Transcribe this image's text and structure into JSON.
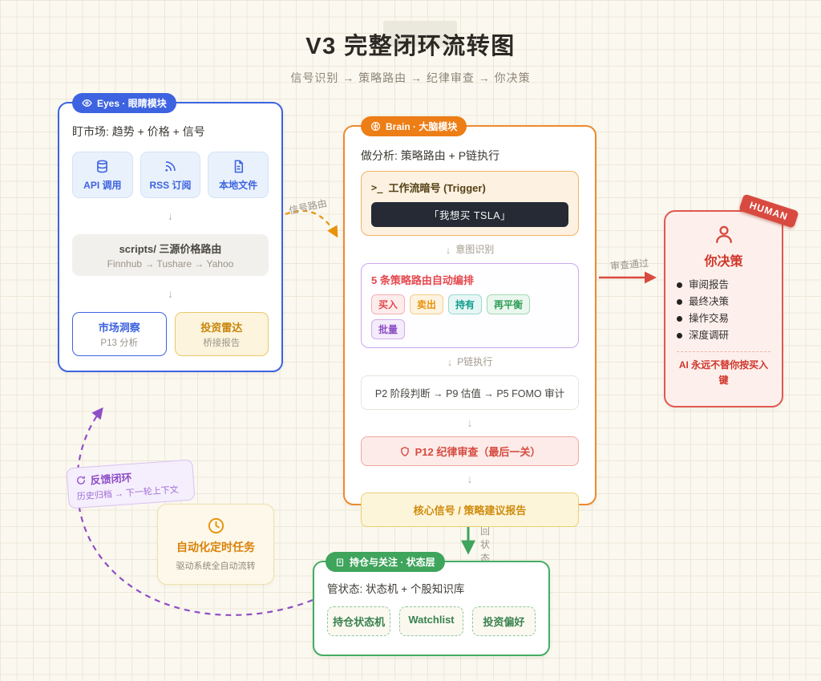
{
  "page": {
    "title": "V3 完整闭环流转图",
    "subtitle": "信号识别 → 策略路由 → 纪律审查 → 你决策"
  },
  "glyphs": {
    "down_arrow": "↓"
  },
  "eyes": {
    "badge": "Eyes · 眼睛模块",
    "heading": "盯市场: 趋势 + 价格 + 信号",
    "sources": [
      {
        "label": "API 调用",
        "icon": "database-icon"
      },
      {
        "label": "RSS 订阅",
        "icon": "rss-icon"
      },
      {
        "label": "本地文件",
        "icon": "file-icon"
      }
    ],
    "router": {
      "title": "scripts/ 三源价格路由",
      "subtitle": "Finnhub → Tushare → Yahoo"
    },
    "outputs": [
      {
        "title": "市场洞察",
        "subtitle": "P13 分析"
      },
      {
        "title": "投资雷达",
        "subtitle": "桥接报告"
      }
    ]
  },
  "brain": {
    "badge": "Brain · 大脑模块",
    "heading": "做分析: 策略路由 + P链执行",
    "trigger": {
      "prompt": ">_",
      "title": "工作流暗号 (Trigger)",
      "command": "「我想买 TSLA」"
    },
    "label_intent": "意图识别",
    "routes": {
      "title": "5 条策略路由自动编排",
      "pills": [
        {
          "label": "买入",
          "color": "#e5484d"
        },
        {
          "label": "卖出",
          "color": "#e8930c"
        },
        {
          "label": "持有",
          "color": "#0f9d8f"
        },
        {
          "label": "再平衡",
          "color": "#2f9e57"
        },
        {
          "label": "批量",
          "color": "#8e4ec6"
        }
      ]
    },
    "label_chain": "P链执行",
    "chain": "P2 阶段判断 → P9 估值 → P5 FOMO 审计",
    "audit": "P12 纪律审查（最后一关）",
    "report": "核心信号 / 策略建议报告"
  },
  "human": {
    "ribbon": "HUMAN",
    "title": "你决策",
    "items": [
      "审阅报告",
      "最终决策",
      "操作交易",
      "深度调研"
    ],
    "note": "AI 永远不替你按买入键"
  },
  "state_layer": {
    "badge": "持仓与关注 · 状态层",
    "heading": "管状态: 状态机 + 个股知识库",
    "cards": [
      "持仓状态机",
      "Watchlist",
      "投资偏好"
    ]
  },
  "scheduler": {
    "title": "自动化定时任务",
    "subtitle": "驱动系统全自动流转"
  },
  "feedback": {
    "title": "反馈闭环",
    "subtitle": "历史归档 → 下一轮上下文"
  },
  "edges": {
    "signal_route": "信号路由",
    "review_pass": "审查通过",
    "write_back": "写回状态"
  },
  "colors": {
    "eyes_accent": "#3d63e0",
    "brain_accent": "#ed7d15",
    "human_accent": "#d84a3f",
    "state_accent": "#3fa45c",
    "scheduler_accent": "#d9820b",
    "feedback_accent": "#8e4ec6"
  }
}
